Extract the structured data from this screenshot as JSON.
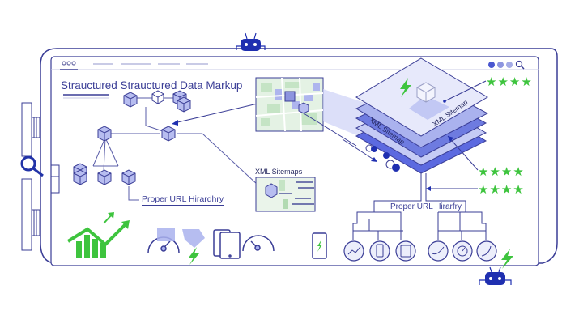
{
  "diagram": {
    "title": "Strauctured Strauctured Data Markup",
    "labels": {
      "url_hierarchy_left": "Proper URL Hirardhry",
      "xml_sitemaps": "XML Sitemaps",
      "url_hierarchy_right": "Proper URL Hirarfry",
      "layer_label_left": "XML Sitemap",
      "layer_label_right": "XML Sitemap"
    },
    "ratings": [
      {
        "stars": 4,
        "glyph": "★★★★"
      },
      {
        "stars": 4,
        "glyph": "★★★★"
      },
      {
        "stars": 4,
        "glyph": "★★★★"
      }
    ],
    "icons": {
      "bot_top": "crawler-bot-icon",
      "bot_bottom": "crawler-bot-icon",
      "search": "magnifier-icon",
      "growth": "growth-chart-icon",
      "speed": "speedometer-icon",
      "devices": "tablet-icon",
      "mobile": "mobile-bolt-icon",
      "bolt": "lightning-icon"
    },
    "colors": {
      "line": "#3a3d96",
      "accent": "#1f2fb0",
      "layer_dark": "#6e7be0",
      "layer_light": "#c5cbf5",
      "green": "#3ec43e",
      "map_green": "#cfe8cf"
    }
  }
}
